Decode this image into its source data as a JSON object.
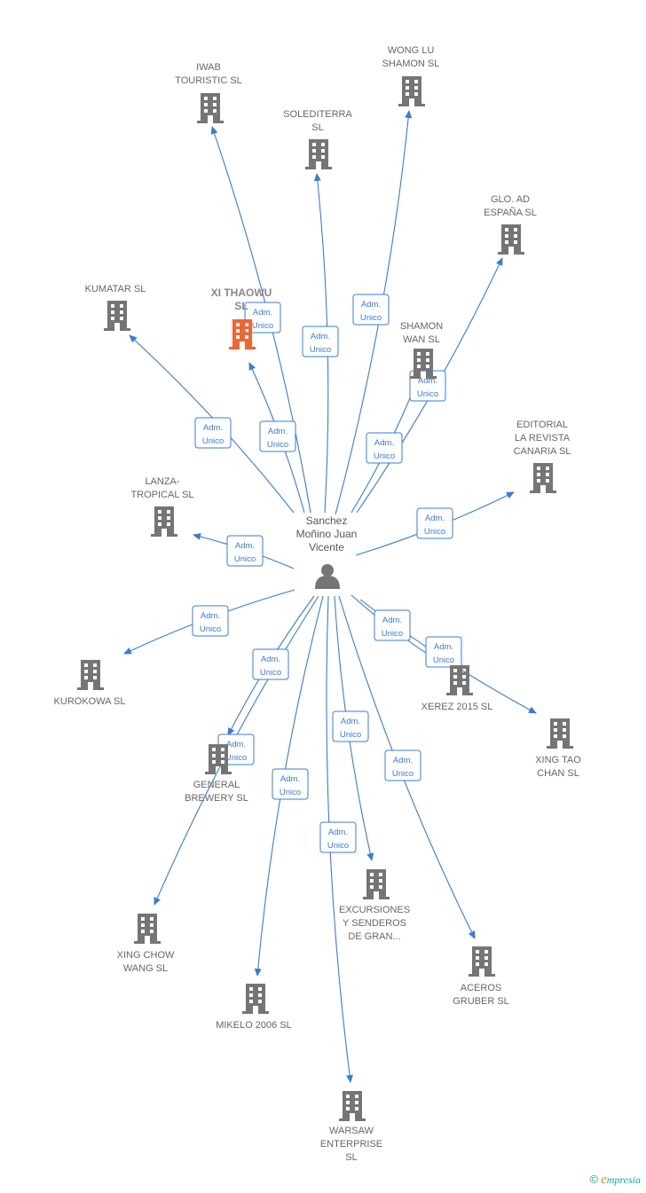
{
  "person": {
    "lines": [
      "Sanchez",
      "Moñino Juan",
      "Vicente"
    ]
  },
  "colors": {
    "edge": "#3a7bd5",
    "building": "#757575",
    "highlight": "#f26531"
  },
  "edge_label": [
    "Adm.",
    "Unico"
  ],
  "logo": {
    "copyright": "©",
    "brand_initial": "e",
    "brand_rest": "mpresia"
  },
  "companies": [
    {
      "id": "iwab",
      "lines": [
        "IWAB",
        "TOURISTIC  SL"
      ]
    },
    {
      "id": "wonglu",
      "lines": [
        "WONG LU",
        "SHAMON  SL"
      ]
    },
    {
      "id": "solediterra",
      "lines": [
        "SOLEDITERRA",
        "SL"
      ]
    },
    {
      "id": "glo",
      "lines": [
        "GLO.  AD",
        "ESPAÑA SL"
      ]
    },
    {
      "id": "kumatar",
      "lines": [
        "KUMATAR  SL"
      ]
    },
    {
      "id": "xithaowu",
      "lines": [
        "XI THAOWU",
        "SL"
      ],
      "highlight": true
    },
    {
      "id": "shamonwan",
      "lines": [
        "SHAMON",
        "WAN SL"
      ]
    },
    {
      "id": "editorial",
      "lines": [
        "EDITORIAL",
        "LA REVISTA",
        "CANARIA SL"
      ]
    },
    {
      "id": "lanza",
      "lines": [
        "LANZA-",
        "TROPICAL  SL"
      ]
    },
    {
      "id": "kurokowa",
      "lines": [
        "KUROKOWA  SL"
      ]
    },
    {
      "id": "xerez",
      "lines": [
        "XEREZ 2015  SL"
      ]
    },
    {
      "id": "xingtao",
      "lines": [
        "XING TAO",
        "CHAN SL"
      ]
    },
    {
      "id": "general",
      "lines": [
        "GENERAL",
        "BREWERY  SL"
      ]
    },
    {
      "id": "excursiones",
      "lines": [
        "EXCURSIONES",
        "Y SENDEROS",
        "DE GRAN..."
      ]
    },
    {
      "id": "xingchow",
      "lines": [
        "XING CHOW",
        "WANG SL"
      ]
    },
    {
      "id": "aceros",
      "lines": [
        "ACEROS",
        "GRUBER  SL"
      ]
    },
    {
      "id": "mikelo",
      "lines": [
        "MIKELO 2006 SL"
      ]
    },
    {
      "id": "warsaw",
      "lines": [
        "WARSAW",
        "ENTERPRISE",
        "SL"
      ]
    }
  ]
}
